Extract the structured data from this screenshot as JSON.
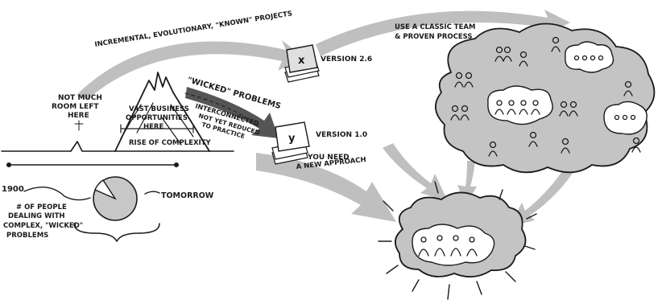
{
  "labels": {
    "incremental": "INCREMENTAL, EVOLUTIONARY, \"KNOWN\" PROJECTS",
    "version26": "VERSION 2.6",
    "classic_team_1": "USE A CLASSIC TEAM",
    "classic_team_2": "& PROVEN PROCESS",
    "not_much_1": "NOT MUCH",
    "not_much_2": "ROOM LEFT",
    "not_much_3": "HERE",
    "vast_1": "VAST BUSINESS",
    "vast_2": "OPPORTUNITIES",
    "vast_3": "HERE",
    "rise": "RISE OF COMPLEXITY",
    "wicked": "\"WICKED\" PROBLEMS",
    "interconnected_1": "INTERCONNECTED",
    "interconnected_2": "NOT YET REDUCED",
    "interconnected_3": "TO PRACTICE",
    "version10": "VERSION 1.0",
    "new_approach_1": "YOU NEED",
    "new_approach_2": "A NEW APPROACH",
    "year": "1900",
    "tomorrow": "TOMORROW",
    "people_1": "# OF PEOPLE",
    "people_2": "DEALING WITH",
    "people_3": "COMPLEX, \"WICKED\"",
    "people_4": "PROBLEMS",
    "card_x": "x",
    "card_y": "y"
  }
}
